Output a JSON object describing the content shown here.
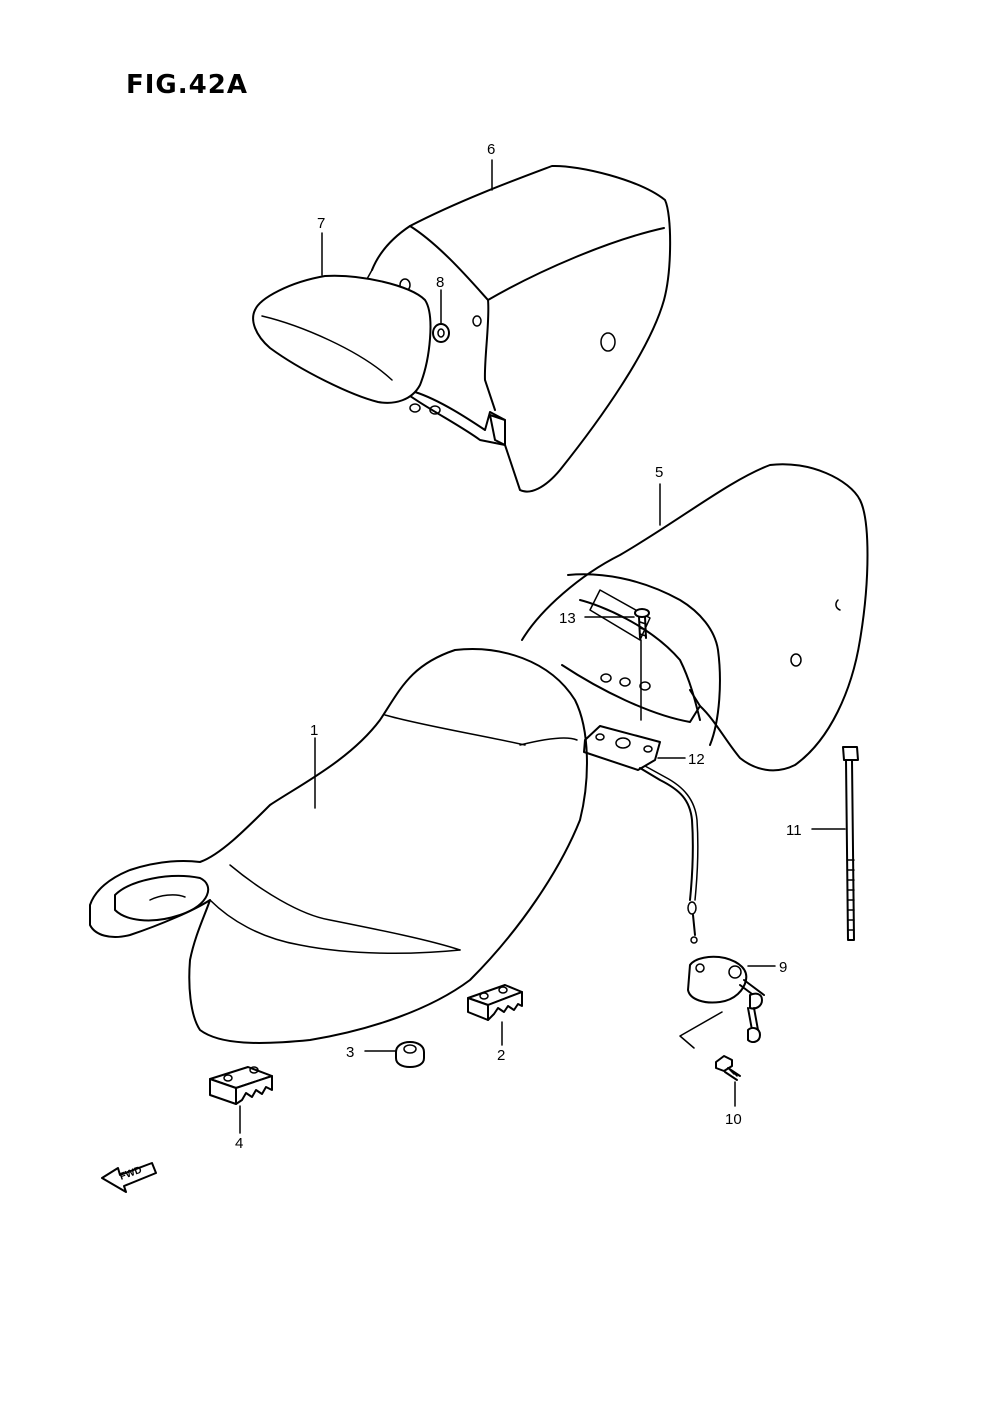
{
  "figure": {
    "title": "FIG.42A",
    "fwd_label": "FWD"
  },
  "callouts": {
    "c1": "1",
    "c2": "2",
    "c3": "3",
    "c4": "4",
    "c5": "5",
    "c6": "6",
    "c7": "7",
    "c8": "8",
    "c9": "9",
    "c10": "10",
    "c11": "11",
    "c12": "12",
    "c13": "13"
  }
}
